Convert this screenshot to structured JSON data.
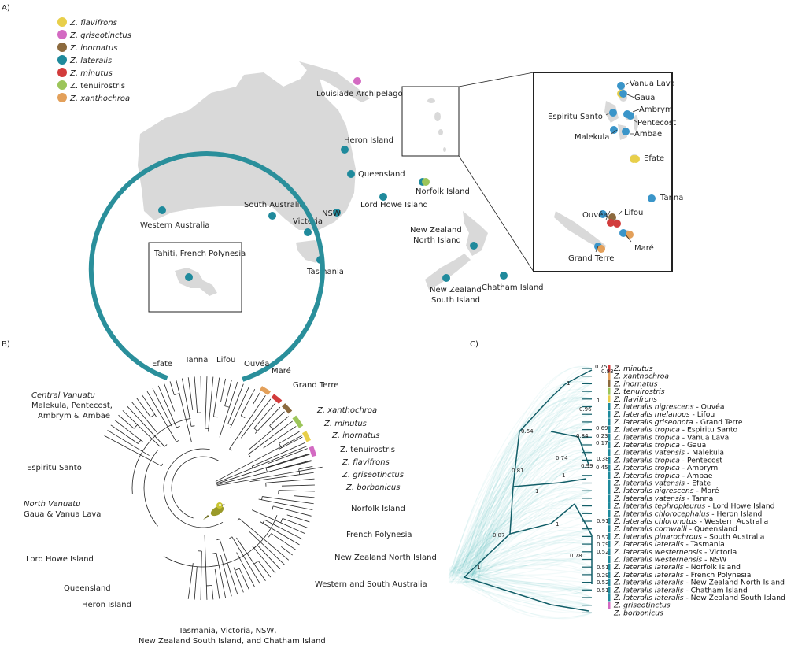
{
  "panels": {
    "a": "A)",
    "b": "B)",
    "c": "C)"
  },
  "legend": [
    {
      "genus": "Z.",
      "epithet": "flavifrons",
      "italic": true,
      "color": "#e8cf4a"
    },
    {
      "genus": "Z.",
      "epithet": "griseotinctus",
      "italic": true,
      "color": "#d36ac2"
    },
    {
      "genus": "Z.",
      "epithet": "inornatus",
      "italic": true,
      "color": "#8c6a3e"
    },
    {
      "genus": "Z.",
      "epithet": "lateralis",
      "italic": true,
      "color": "#1f8a9c"
    },
    {
      "genus": "Z.",
      "epithet": "minutus",
      "italic": true,
      "color": "#d23c3c"
    },
    {
      "genus": "Z.",
      "epithet": "tenuirostris",
      "italic": false,
      "color": "#9cc55a"
    },
    {
      "genus": "Z.",
      "epithet": "xanthochroa",
      "italic": true,
      "color": "#e3a05a"
    }
  ],
  "map_labels": {
    "louisiade": "Louisiade Archipelago",
    "heron": "Heron Island",
    "queensland": "Queensland",
    "lord_howe": "Lord Howe Island",
    "norfolk": "Norfolk Island",
    "nsw": "NSW",
    "south_australia": "South Australia",
    "victoria": "Victoria",
    "western_australia": "Western Australia",
    "tasmania": "Tasmania",
    "tahiti": "Tahiti, French Polynesia",
    "nz_north": [
      "New Zealand",
      "North Island"
    ],
    "nz_south": [
      "New Zealand",
      "South Island"
    ],
    "chatham": "Chatham Island"
  },
  "inset_labels": {
    "vanua_lava": "Vanua Lava",
    "gaua": "Gaua",
    "espiritu": "Espiritu Santo",
    "ambrym": "Ambrym",
    "pentecost": "Pentecost",
    "malekula": "Malekula",
    "ambae": "Ambae",
    "efate": "Efate",
    "tanna": "Tanna",
    "ouvea": "Ouvéa",
    "lifou": "Lifou",
    "mare": "Maré",
    "grand_terre": "Grand Terre"
  },
  "circle_labels": {
    "efate": "Efate",
    "tanna": "Tanna",
    "lifou": "Lifou",
    "ouvea": "Ouvéa",
    "mare": "Maré",
    "grand_terre": "Grand Terre",
    "central_title": "Central Vanuatu",
    "central_sub1": "Malekula, Pentecost,",
    "central_sub2": "Ambrym & Ambae",
    "espiritu": "Espiritu Santo",
    "north_title": "North Vanuatu",
    "north_sub": "Gaua & Vanua Lava",
    "lord_howe": "Lord Howe Island",
    "queensland": "Queensland",
    "heron": "Heron Island",
    "bottom1": "Tasmania, Victoria, NSW,",
    "bottom2": "New Zealand South Island, and Chatham Island",
    "wsa": "Western and South Australia",
    "nz_north": "New Zealand North Island",
    "french_poly": "French Polynesia",
    "norfolk": "Norfolk Island",
    "sp_xanthochroa": "Z. xanthochroa",
    "sp_minutus": "Z. minutus",
    "sp_inornatus": "Z. inornatus",
    "sp_tenuirostris": "Z. tenuirostris",
    "sp_flavifrons": "Z. flavifrons",
    "sp_griseotinctus": "Z. griseotinctus",
    "sp_borbonicus": "Z. borbonicus"
  },
  "tips": [
    {
      "sp": "Z. minutus",
      "ssp": "",
      "loc": "",
      "bar": "#d23c3c"
    },
    {
      "sp": "Z. xanthochroa",
      "ssp": "",
      "loc": "",
      "bar": "#e3a05a"
    },
    {
      "sp": "Z. inornatus",
      "ssp": "",
      "loc": "",
      "bar": "#8c6a3e"
    },
    {
      "sp": "Z. tenuirostris",
      "ssp": "",
      "loc": "",
      "bar": "#9cc55a"
    },
    {
      "sp": "Z. flavifrons",
      "ssp": "",
      "loc": "",
      "bar": "#e8cf4a"
    },
    {
      "sp": "Z. lateralis",
      "ssp": "nigrescens",
      "loc": "Ouvéa",
      "bar": "#1f8a9c"
    },
    {
      "sp": "Z. lateralis",
      "ssp": "melanops",
      "loc": "Lifou",
      "bar": "#1f8a9c"
    },
    {
      "sp": "Z. lateralis",
      "ssp": "griseonota",
      "loc": "Grand Terre",
      "bar": "#1f8a9c"
    },
    {
      "sp": "Z. lateralis",
      "ssp": "tropica",
      "loc": "Espiritu Santo",
      "bar": "#1f8a9c"
    },
    {
      "sp": "Z. lateralis",
      "ssp": "tropica",
      "loc": "Vanua Lava",
      "bar": "#1f8a9c"
    },
    {
      "sp": "Z. lateralis",
      "ssp": "tropica",
      "loc": "Gaua",
      "bar": "#1f8a9c"
    },
    {
      "sp": "Z. lateralis",
      "ssp": "vatensis",
      "loc": "Malekula",
      "bar": "#1f8a9c"
    },
    {
      "sp": "Z. lateralis",
      "ssp": "tropica",
      "loc": "Pentecost",
      "bar": "#1f8a9c"
    },
    {
      "sp": "Z. lateralis",
      "ssp": "tropica",
      "loc": "Ambrym",
      "bar": "#1f8a9c"
    },
    {
      "sp": "Z. lateralis",
      "ssp": "tropica",
      "loc": "Ambae",
      "bar": "#1f8a9c"
    },
    {
      "sp": "Z. lateralis",
      "ssp": "vatensis",
      "loc": "Efate",
      "bar": "#1f8a9c"
    },
    {
      "sp": "Z. lateralis",
      "ssp": "nigrescens",
      "loc": "Maré",
      "bar": "#1f8a9c"
    },
    {
      "sp": "Z. lateralis",
      "ssp": "vatensis",
      "loc": "Tanna",
      "bar": "#1f8a9c"
    },
    {
      "sp": "Z. lateralis",
      "ssp": "tephropleurus",
      "loc": "Lord Howe Island",
      "bar": "#1f8a9c"
    },
    {
      "sp": "Z. lateralis",
      "ssp": "chlorocephalus",
      "loc": "Heron Island",
      "bar": "#1f8a9c"
    },
    {
      "sp": "Z. lateralis",
      "ssp": "chloronotus",
      "loc": "Western Australia",
      "bar": "#1f8a9c"
    },
    {
      "sp": "Z. lateralis",
      "ssp": "cornwalli",
      "loc": "Queensland",
      "bar": "#1f8a9c"
    },
    {
      "sp": "Z. lateralis",
      "ssp": "pinarochrous",
      "loc": "South Australia",
      "bar": "#1f8a9c"
    },
    {
      "sp": "Z. lateralis",
      "ssp": "lateralis",
      "loc": "Tasmania",
      "bar": "#1f8a9c"
    },
    {
      "sp": "Z. lateralis",
      "ssp": "westernensis",
      "loc": "Victoria",
      "bar": "#1f8a9c"
    },
    {
      "sp": "Z. lateralis",
      "ssp": "westernensis",
      "loc": "NSW",
      "bar": "#1f8a9c"
    },
    {
      "sp": "Z. lateralis",
      "ssp": "lateralis",
      "loc": "Norfolk Island",
      "bar": "#1f8a9c"
    },
    {
      "sp": "Z. lateralis",
      "ssp": "lateralis",
      "loc": "French Polynesia",
      "bar": "#1f8a9c"
    },
    {
      "sp": "Z. lateralis",
      "ssp": "lateralis",
      "loc": "New Zealand North Island",
      "bar": "#1f8a9c"
    },
    {
      "sp": "Z. lateralis",
      "ssp": "lateralis",
      "loc": "Chatham Island",
      "bar": "#1f8a9c"
    },
    {
      "sp": "Z. lateralis",
      "ssp": "lateralis",
      "loc": "New Zealand South Island",
      "bar": "#1f8a9c"
    },
    {
      "sp": "Z. griseotinctus",
      "ssp": "",
      "loc": "",
      "bar": "#d36ac2"
    },
    {
      "sp": "Z. borbonicus",
      "ssp": "",
      "loc": "",
      "bar": ""
    }
  ],
  "supports": [
    "0.75",
    "0.83",
    "1",
    "1",
    "0.96",
    "0.64",
    "0.69",
    "0.23",
    "0.17",
    "0.84",
    "0.38",
    "0.99",
    "0.45",
    "0.74",
    "1",
    "0.81",
    "1",
    "1",
    "0.91",
    "0.57",
    "0.79",
    "0.52",
    "0.78",
    "0.51",
    "0.29",
    "0.52",
    "0.51",
    "0.87",
    "1"
  ],
  "colors": {
    "teal": "#2a8f9b",
    "land": "#d9d9d9",
    "dot": "#3a95c9",
    "lat": "#1f8a9c"
  }
}
